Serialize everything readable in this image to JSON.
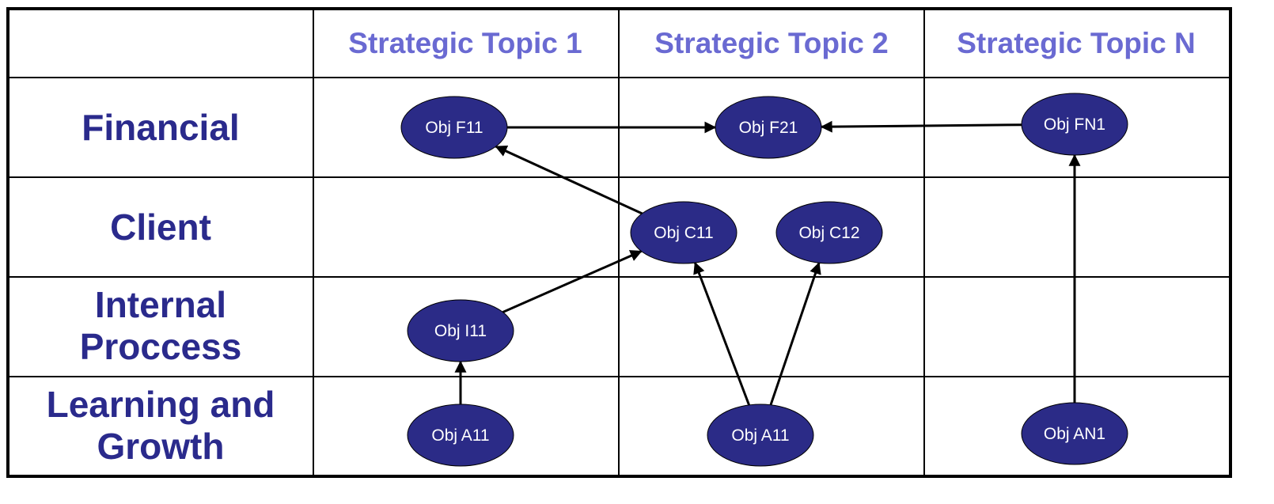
{
  "matrix": {
    "column_headers": [
      "Strategic Topic 1",
      "Strategic Topic 2",
      "Strategic Topic N"
    ],
    "row_headers": [
      [
        "Financial"
      ],
      [
        "Client"
      ],
      [
        "Internal",
        "Proccess"
      ],
      [
        "Learning and",
        "Growth"
      ]
    ]
  },
  "nodes": [
    {
      "id": "f11",
      "label": "Obj F11"
    },
    {
      "id": "f21",
      "label": "Obj F21"
    },
    {
      "id": "fn1",
      "label": "Obj FN1"
    },
    {
      "id": "c11",
      "label": "Obj C11"
    },
    {
      "id": "c12",
      "label": "Obj C12"
    },
    {
      "id": "i11",
      "label": "Obj I11"
    },
    {
      "id": "a11a",
      "label": "Obj A11"
    },
    {
      "id": "a11b",
      "label": "Obj A11"
    },
    {
      "id": "an1",
      "label": "Obj AN1"
    }
  ],
  "edges": [
    {
      "from": "f11",
      "to": "f21"
    },
    {
      "from": "fn1",
      "to": "f21"
    },
    {
      "from": "c11",
      "to": "f11"
    },
    {
      "from": "i11",
      "to": "c11"
    },
    {
      "from": "a11a",
      "to": "i11"
    },
    {
      "from": "a11b",
      "to": "c11"
    },
    {
      "from": "a11b",
      "to": "c12"
    },
    {
      "from": "an1",
      "to": "fn1"
    }
  ],
  "colors": {
    "node_fill": "#2b2b87",
    "column_header_text": "#6a6ad2",
    "row_header_text": "#2a2a8c",
    "grid_line": "#000000"
  }
}
